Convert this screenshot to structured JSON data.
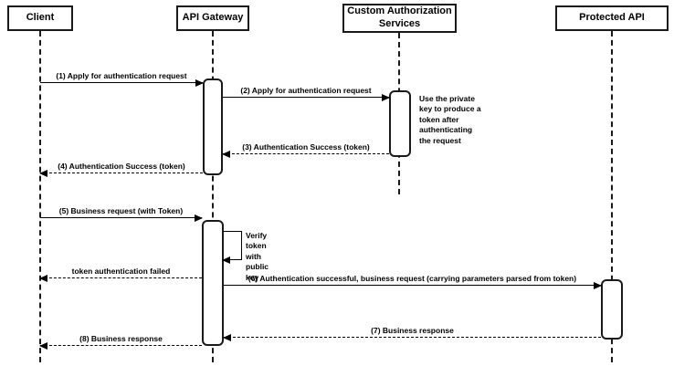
{
  "diagram_type": "sequence-diagram",
  "colors": {
    "line": "#000000",
    "background": "#ffffff",
    "text": "#000000"
  },
  "actors": [
    {
      "id": "client",
      "label": "Client"
    },
    {
      "id": "api-gateway",
      "label": "API Gateway"
    },
    {
      "id": "custom-authorization-services",
      "label": "Custom Authorization\nServices"
    },
    {
      "id": "protected-api",
      "label": "Protected API"
    }
  ],
  "messages": [
    {
      "label": "(1) Apply for authentication request",
      "type": "solid",
      "from": "Client",
      "to": "API Gateway"
    },
    {
      "label": "(2) Apply for authentication request",
      "type": "solid",
      "from": "API Gateway",
      "to": "Custom Authorization Services"
    },
    {
      "label": "(3) Authentication Success (token)",
      "type": "dashed",
      "from": "Custom Authorization Services",
      "to": "API Gateway"
    },
    {
      "label": "(4) Authentication Success (token)",
      "type": "dashed",
      "from": "API Gateway",
      "to": "Client"
    },
    {
      "label": "(5) Business request (with Token)",
      "type": "solid",
      "from": "Client",
      "to": "API Gateway"
    },
    {
      "label": "Verify token\nwith public key",
      "type": "self",
      "from": "API Gateway",
      "to": "API Gateway"
    },
    {
      "label": "token authentication failed",
      "type": "dashed",
      "from": "API Gateway",
      "to": "Client"
    },
    {
      "label": "(6) Authentication successful, business request (carrying parameters parsed from token)",
      "type": "solid",
      "from": "API Gateway",
      "to": "Protected API"
    },
    {
      "label": "(7) Business response",
      "type": "dashed",
      "from": "Protected API",
      "to": "API Gateway"
    },
    {
      "label": "(8) Business response",
      "type": "dashed",
      "from": "API Gateway",
      "to": "Client"
    }
  ],
  "note": {
    "text": "Use the private\nkey to produce a\ntoken after\nauthenticating\nthe request",
    "attached_to": "Custom Authorization Services"
  }
}
